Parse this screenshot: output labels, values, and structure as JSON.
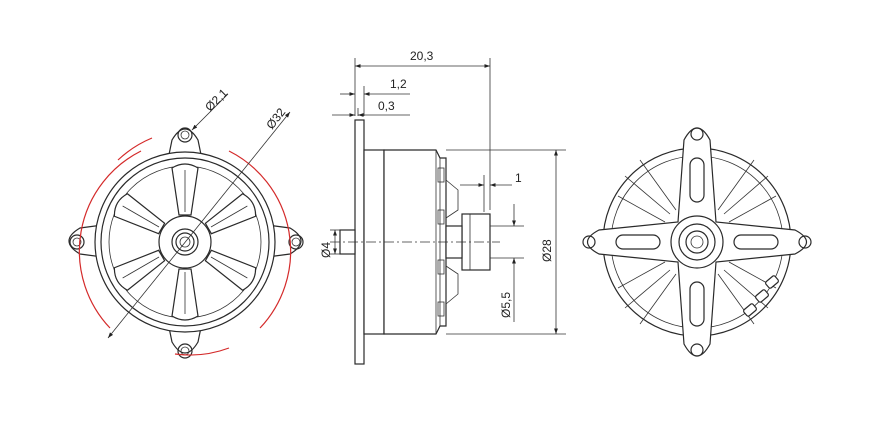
{
  "dimensions": {
    "mount_hole_dia": "Ø2,1",
    "mount_circle_dia": "Ø32",
    "overall_length": "20,3",
    "flange_thickness": "1,2",
    "flange_offset": "0,3",
    "shaft_dia": "Ø4",
    "motor_dia": "Ø28",
    "collar_dia": "Ø5,5",
    "collar_step": "1"
  },
  "colors": {
    "line": "#2a2a2a",
    "mount_circle": "#d42a2a",
    "background": "#ffffff"
  }
}
